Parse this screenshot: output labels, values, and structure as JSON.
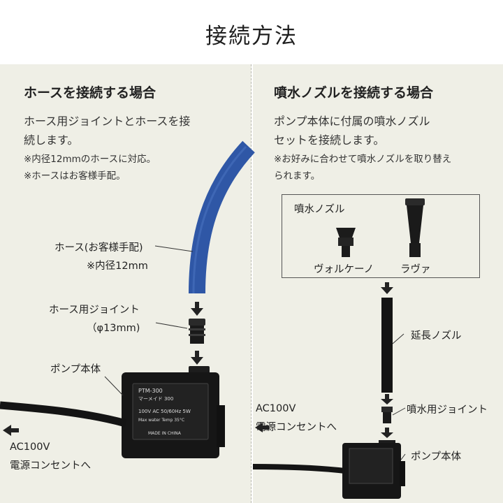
{
  "title": "接続方法",
  "left": {
    "heading": "ホースを接続する場合",
    "desc_line1": "ホース用ジョイントとホースを接",
    "desc_line2": "続します。",
    "note1": "※内径12mmのホースに対応。",
    "note2": "※ホースはお客様手配。",
    "hose_label": "ホース(お客様手配)",
    "hose_sub": "※内径12mm",
    "joint_label": "ホース用ジョイント",
    "joint_sub": "（φ13mm)",
    "pump_label": "ポンプ本体",
    "power_line1": "AC100V",
    "power_line2": "電源コンセントへ",
    "pump_model": "PTM-300",
    "pump_name": "マーメイド 300",
    "pump_spec": "100V AC 50/60Hz 5W",
    "pump_temp": "Max water Temp 35°C",
    "pump_made": "MADE IN CHINA"
  },
  "right": {
    "heading": "噴水ノズルを接続する場合",
    "desc_line1": "ポンプ本体に付属の噴水ノズル",
    "desc_line2": "セットを接続します。",
    "note1": "※お好みに合わせて噴水ノズルを取り替え",
    "note2": "られます。",
    "nozzle_box_title": "噴水ノズル",
    "nozzle1": "ヴォルケーノ",
    "nozzle2": "ラヴァ",
    "ext_label": "延長ノズル",
    "joint_label": "噴水用ジョイント",
    "pump_label": "ポンプ本体",
    "power_line1": "AC100V",
    "power_line2": "電源コンセントへ"
  },
  "colors": {
    "hose": "#2f57a6",
    "pump": "#161616",
    "panel": "#efefe6"
  }
}
